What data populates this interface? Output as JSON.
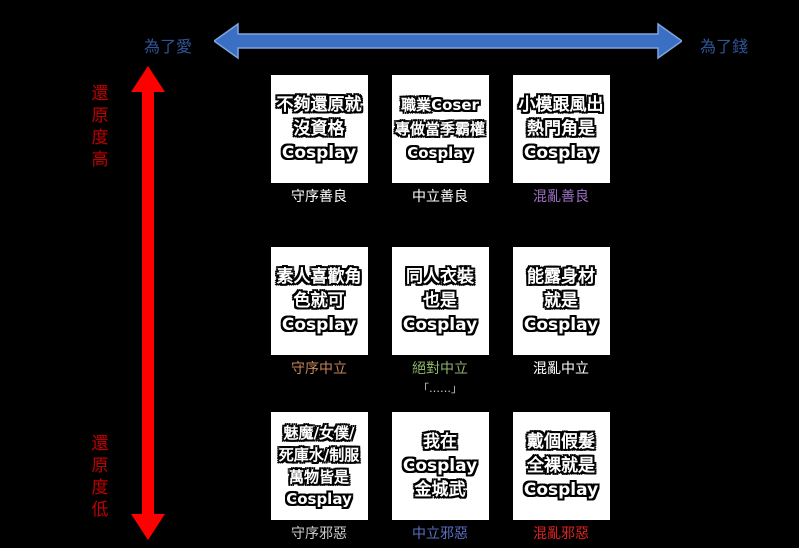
{
  "axes": {
    "horizontal_left": "為了愛",
    "horizontal_right": "為了錢",
    "vertical_top": "還\n原\n度\n高",
    "vertical_bottom": "還\n原\n度\n低",
    "horizontal_color": "#3b6fc4",
    "vertical_color": "#ff0000"
  },
  "grid": [
    {
      "text": "不夠還原就\n沒資格\nCosplay",
      "caption": "守序善良",
      "caption_color": "#ffffff"
    },
    {
      "text": "職業Coser\n專做當季霸權\nCosplay",
      "caption": "中立善良",
      "caption_color": "#ffffff"
    },
    {
      "text": "小模跟風出\n熱門角是\nCosplay",
      "caption": "混亂善良",
      "caption_color": "#9b6fc4"
    },
    {
      "text": "素人喜歡角\n色就可\nCosplay",
      "caption": "守序中立",
      "caption_color": "#c9845a"
    },
    {
      "text": "同人衣裝\n也是\nCosplay",
      "caption": "絕對中立",
      "caption_color": "#8fb56a",
      "extra": "「……」"
    },
    {
      "text": "能露身材\n就是\nCosplay",
      "caption": "混亂中立",
      "caption_color": "#ffffff"
    },
    {
      "text": "魅魔/女僕/\n死庫水/制服\n萬物皆是\nCosplay",
      "caption": "守序邪惡",
      "caption_color": "#cccccc"
    },
    {
      "text": "我在\nCosplay\n金城武",
      "caption": "中立邪惡",
      "caption_color": "#5a6fc4"
    },
    {
      "text": "戴個假髮\n全裸就是\nCosplay",
      "caption": "混亂邪惡",
      "caption_color": "#e02020"
    }
  ]
}
